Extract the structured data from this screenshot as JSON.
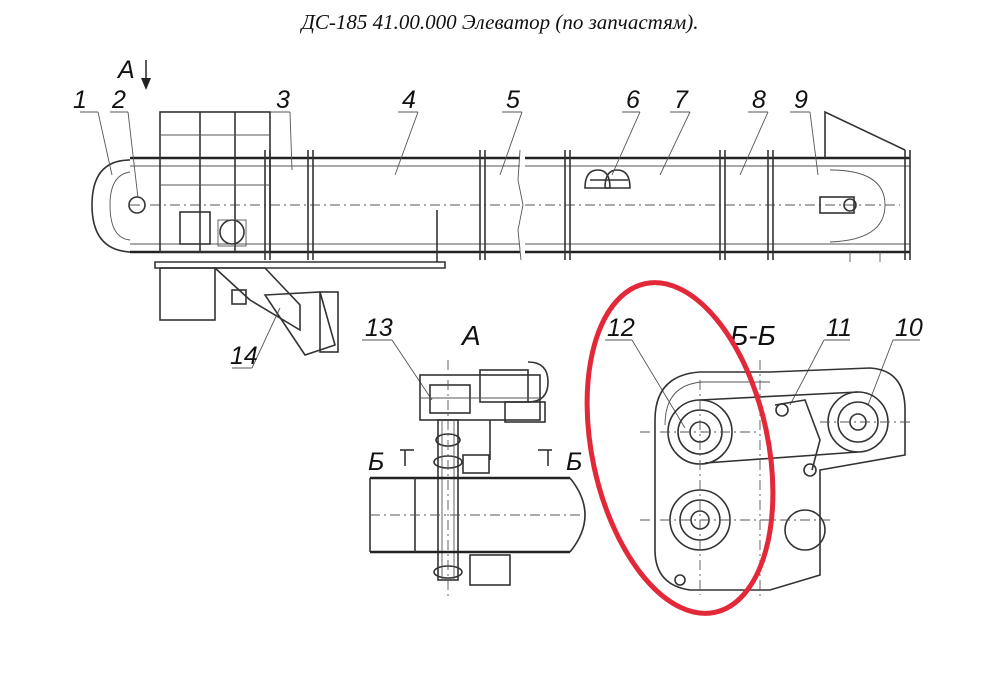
{
  "title": "ДС-185 41.00.000  Элеватор (по запчастям).",
  "view_a_arrow_label": "А",
  "view_a_label": "А",
  "section_label": "Б-Б",
  "section_mark_left": "Б",
  "section_mark_right": "Б",
  "callouts": [
    "1",
    "2",
    "3",
    "4",
    "5",
    "6",
    "7",
    "8",
    "9",
    "10",
    "11",
    "12",
    "13",
    "14"
  ],
  "highlight_color": "#e3283a"
}
